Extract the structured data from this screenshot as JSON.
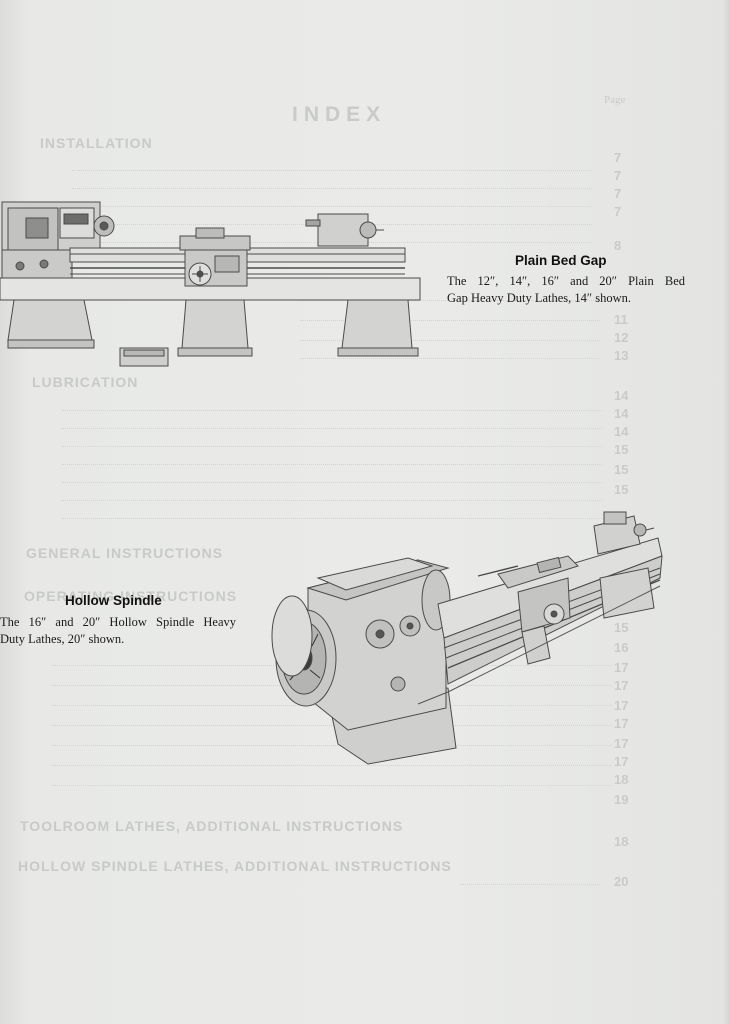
{
  "plain_bed_gap": {
    "title": "Plain Bed Gap",
    "line1": "The 12″, 14″, 16″ and 20″ Plain Bed",
    "line2": "Gap Heavy Duty Lathes, 14″ shown."
  },
  "hollow_spindle": {
    "title": "Hollow Spindle",
    "line1": "The 16″ and 20″ Hollow Spindle Heavy",
    "line2": "Duty Lathes, 20″ shown."
  },
  "illustrations": {
    "top": "plain-bed-gap-lathe",
    "bottom": "hollow-spindle-lathe"
  }
}
